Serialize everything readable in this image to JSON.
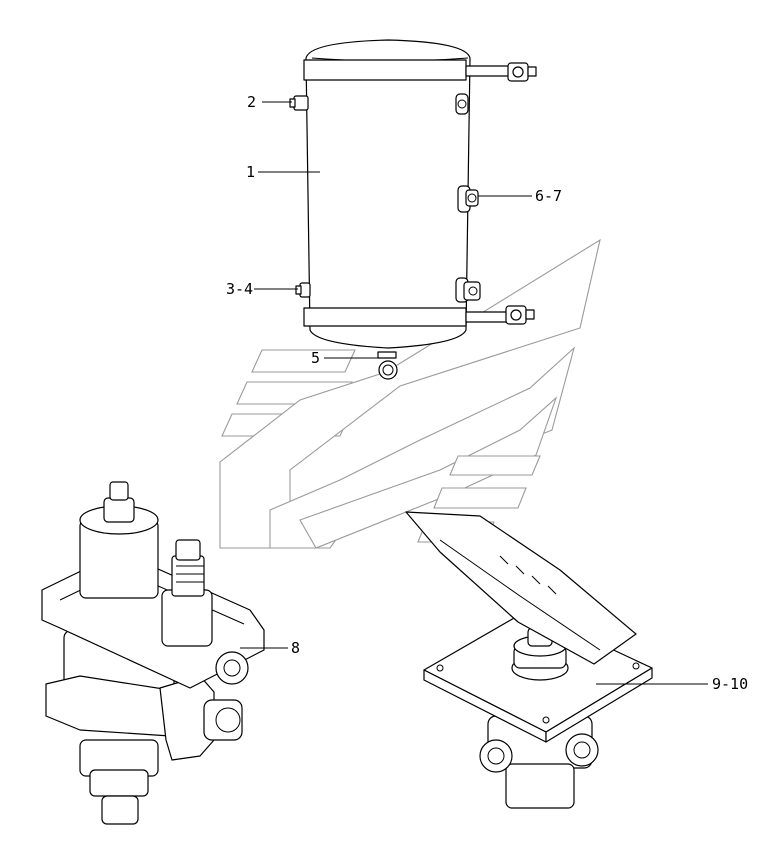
{
  "callouts": [
    {
      "id": "c1",
      "label": "1"
    },
    {
      "id": "c2",
      "label": "2"
    },
    {
      "id": "c3",
      "label": "3-4"
    },
    {
      "id": "c4",
      "label": "5"
    },
    {
      "id": "c5",
      "label": "6-7"
    },
    {
      "id": "c6",
      "label": "8"
    },
    {
      "id": "c7",
      "label": "9-10"
    }
  ]
}
